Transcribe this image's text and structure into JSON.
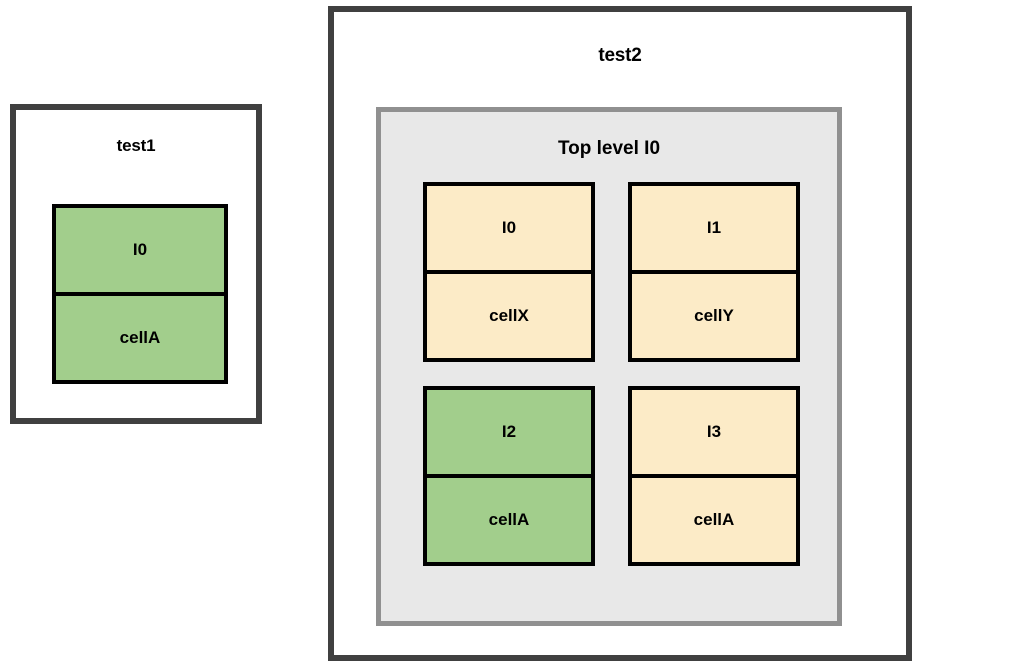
{
  "diagram": {
    "panels": [
      {
        "title": "test1",
        "blocks": [
          {
            "instance_label": "I0",
            "cell_label": "cellA",
            "fill": "green",
            "fill_color": "#A2CE8C"
          }
        ]
      },
      {
        "title": "test2",
        "container": {
          "title": "Top level I0",
          "background_color": "#E8E8E8",
          "border_color": "#909090",
          "blocks": [
            {
              "instance_label": "I0",
              "cell_label": "cellX",
              "fill": "cream",
              "fill_color": "#FCEBC7"
            },
            {
              "instance_label": "I1",
              "cell_label": "cellY",
              "fill": "cream",
              "fill_color": "#FCEBC7"
            },
            {
              "instance_label": "I2",
              "cell_label": "cellA",
              "fill": "green",
              "fill_color": "#A2CE8C"
            },
            {
              "instance_label": "I3",
              "cell_label": "cellA",
              "fill": "cream",
              "fill_color": "#FCEBC7"
            }
          ]
        }
      }
    ],
    "colors": {
      "panel_border": "#404040",
      "block_border": "#000000",
      "page_background": "#FFFFFF"
    }
  }
}
